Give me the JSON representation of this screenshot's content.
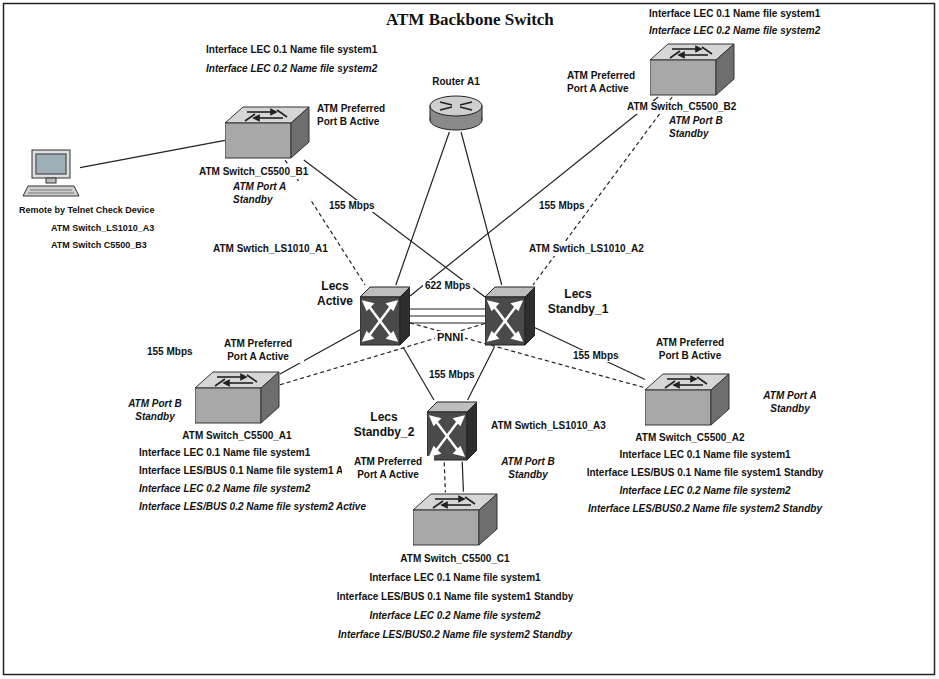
{
  "diagram": {
    "title": "ATM Backbone Switch",
    "nodes": [
      {
        "text": [
          "Remote by Telnet Check Device",
          "ATM Switch_LS1010_A3",
          "ATM Switch C5500_B3"
        ]
      },
      {
        "text": [
          "Interface LEC 0.1 Name file system1",
          "Interface LEC 0.2 Name file system2",
          "ATM Preferred Port B Active",
          "ATM Switch_C5500_B1",
          "ATM Port A Standby"
        ]
      },
      {
        "text": [
          "Router A1"
        ]
      },
      {
        "text": [
          "Interface LEC 0.1 Name file system1",
          "Interface LEC 0.2 Name file system2",
          "ATM Preferred Port A Active",
          "ATM Switch_C5500_B2",
          "ATM Port B Standby"
        ]
      },
      {
        "text": [
          "ATM Swtich_LS1010_A1",
          "Lecs Active"
        ]
      },
      {
        "text": [
          "ATM Swtich_LS1010_A2",
          "Lecs Standby_1"
        ]
      },
      {
        "text": [
          "ATM Preferred Port A Active",
          "ATM Port B Standby",
          "ATM Switch_C5500_A1",
          "Interface LEC 0.1 Name file system1",
          "Interface LES/BUS 0.1 Name file system1 Active",
          "Interface LEC 0.2 Name file system2",
          "Interface LES/BUS 0.2 Name file system2 Active"
        ]
      },
      {
        "text": [
          "Lecs Standby_2",
          "ATM Swtich_LS1010_A3"
        ]
      },
      {
        "text": [
          "ATM Preferred Port B Active",
          "ATM Port A Standby",
          "ATM Switch_C5500_A2",
          "Interface LEC 0.1 Name file system1",
          "Interface LES/BUS 0.1 Name file system1 Standby",
          "Interface LEC 0.2 Name file system2",
          "Interface LES/BUS0.2 Name file system2 Standby"
        ]
      },
      {
        "text": [
          "ATM Preferred Port A Active",
          "ATM Port B Standby",
          "ATM Switch_C5500_C1",
          "Interface LEC 0.1 Name file system1",
          "Interface LES/BUS 0.1 Name file system1 Standby",
          "Interface LEC 0.2 Name file system2",
          "Interface LES/BUS0.2 Name file system2 Standby"
        ]
      }
    ],
    "edges": [
      {
        "from": 0,
        "to": 1,
        "arrow": "none"
      },
      {
        "from": 1,
        "to": 4,
        "label": "155 Mbps",
        "arrow": "none"
      },
      {
        "from": 1,
        "to": 5,
        "arrow": "none"
      },
      {
        "from": 2,
        "to": 4,
        "arrow": "none"
      },
      {
        "from": 2,
        "to": 5,
        "arrow": "none"
      },
      {
        "from": 3,
        "to": 4,
        "arrow": "none"
      },
      {
        "from": 3,
        "to": 5,
        "label": "155 Mbps",
        "arrow": "none"
      },
      {
        "from": 4,
        "to": 5,
        "label": "622 Mbps",
        "arrow": "none"
      },
      {
        "from": 4,
        "to": 6,
        "label": "155 Mbps",
        "arrow": "none"
      },
      {
        "from": 5,
        "to": 6,
        "arrow": "none"
      },
      {
        "from": 4,
        "to": 7,
        "label": "155 Mbps",
        "arrow": "none"
      },
      {
        "from": 5,
        "to": 7,
        "arrow": "none"
      },
      {
        "from": 5,
        "to": 8,
        "arrow": "none"
      },
      {
        "from": 4,
        "to": 8,
        "label": "155 Mbps",
        "arrow": "none"
      },
      {
        "from": 7,
        "to": 9,
        "arrow": "none"
      },
      {
        "from": 7,
        "to": 9,
        "arrow": "none"
      }
    ],
    "labels": [
      "PNNI"
    ]
  }
}
